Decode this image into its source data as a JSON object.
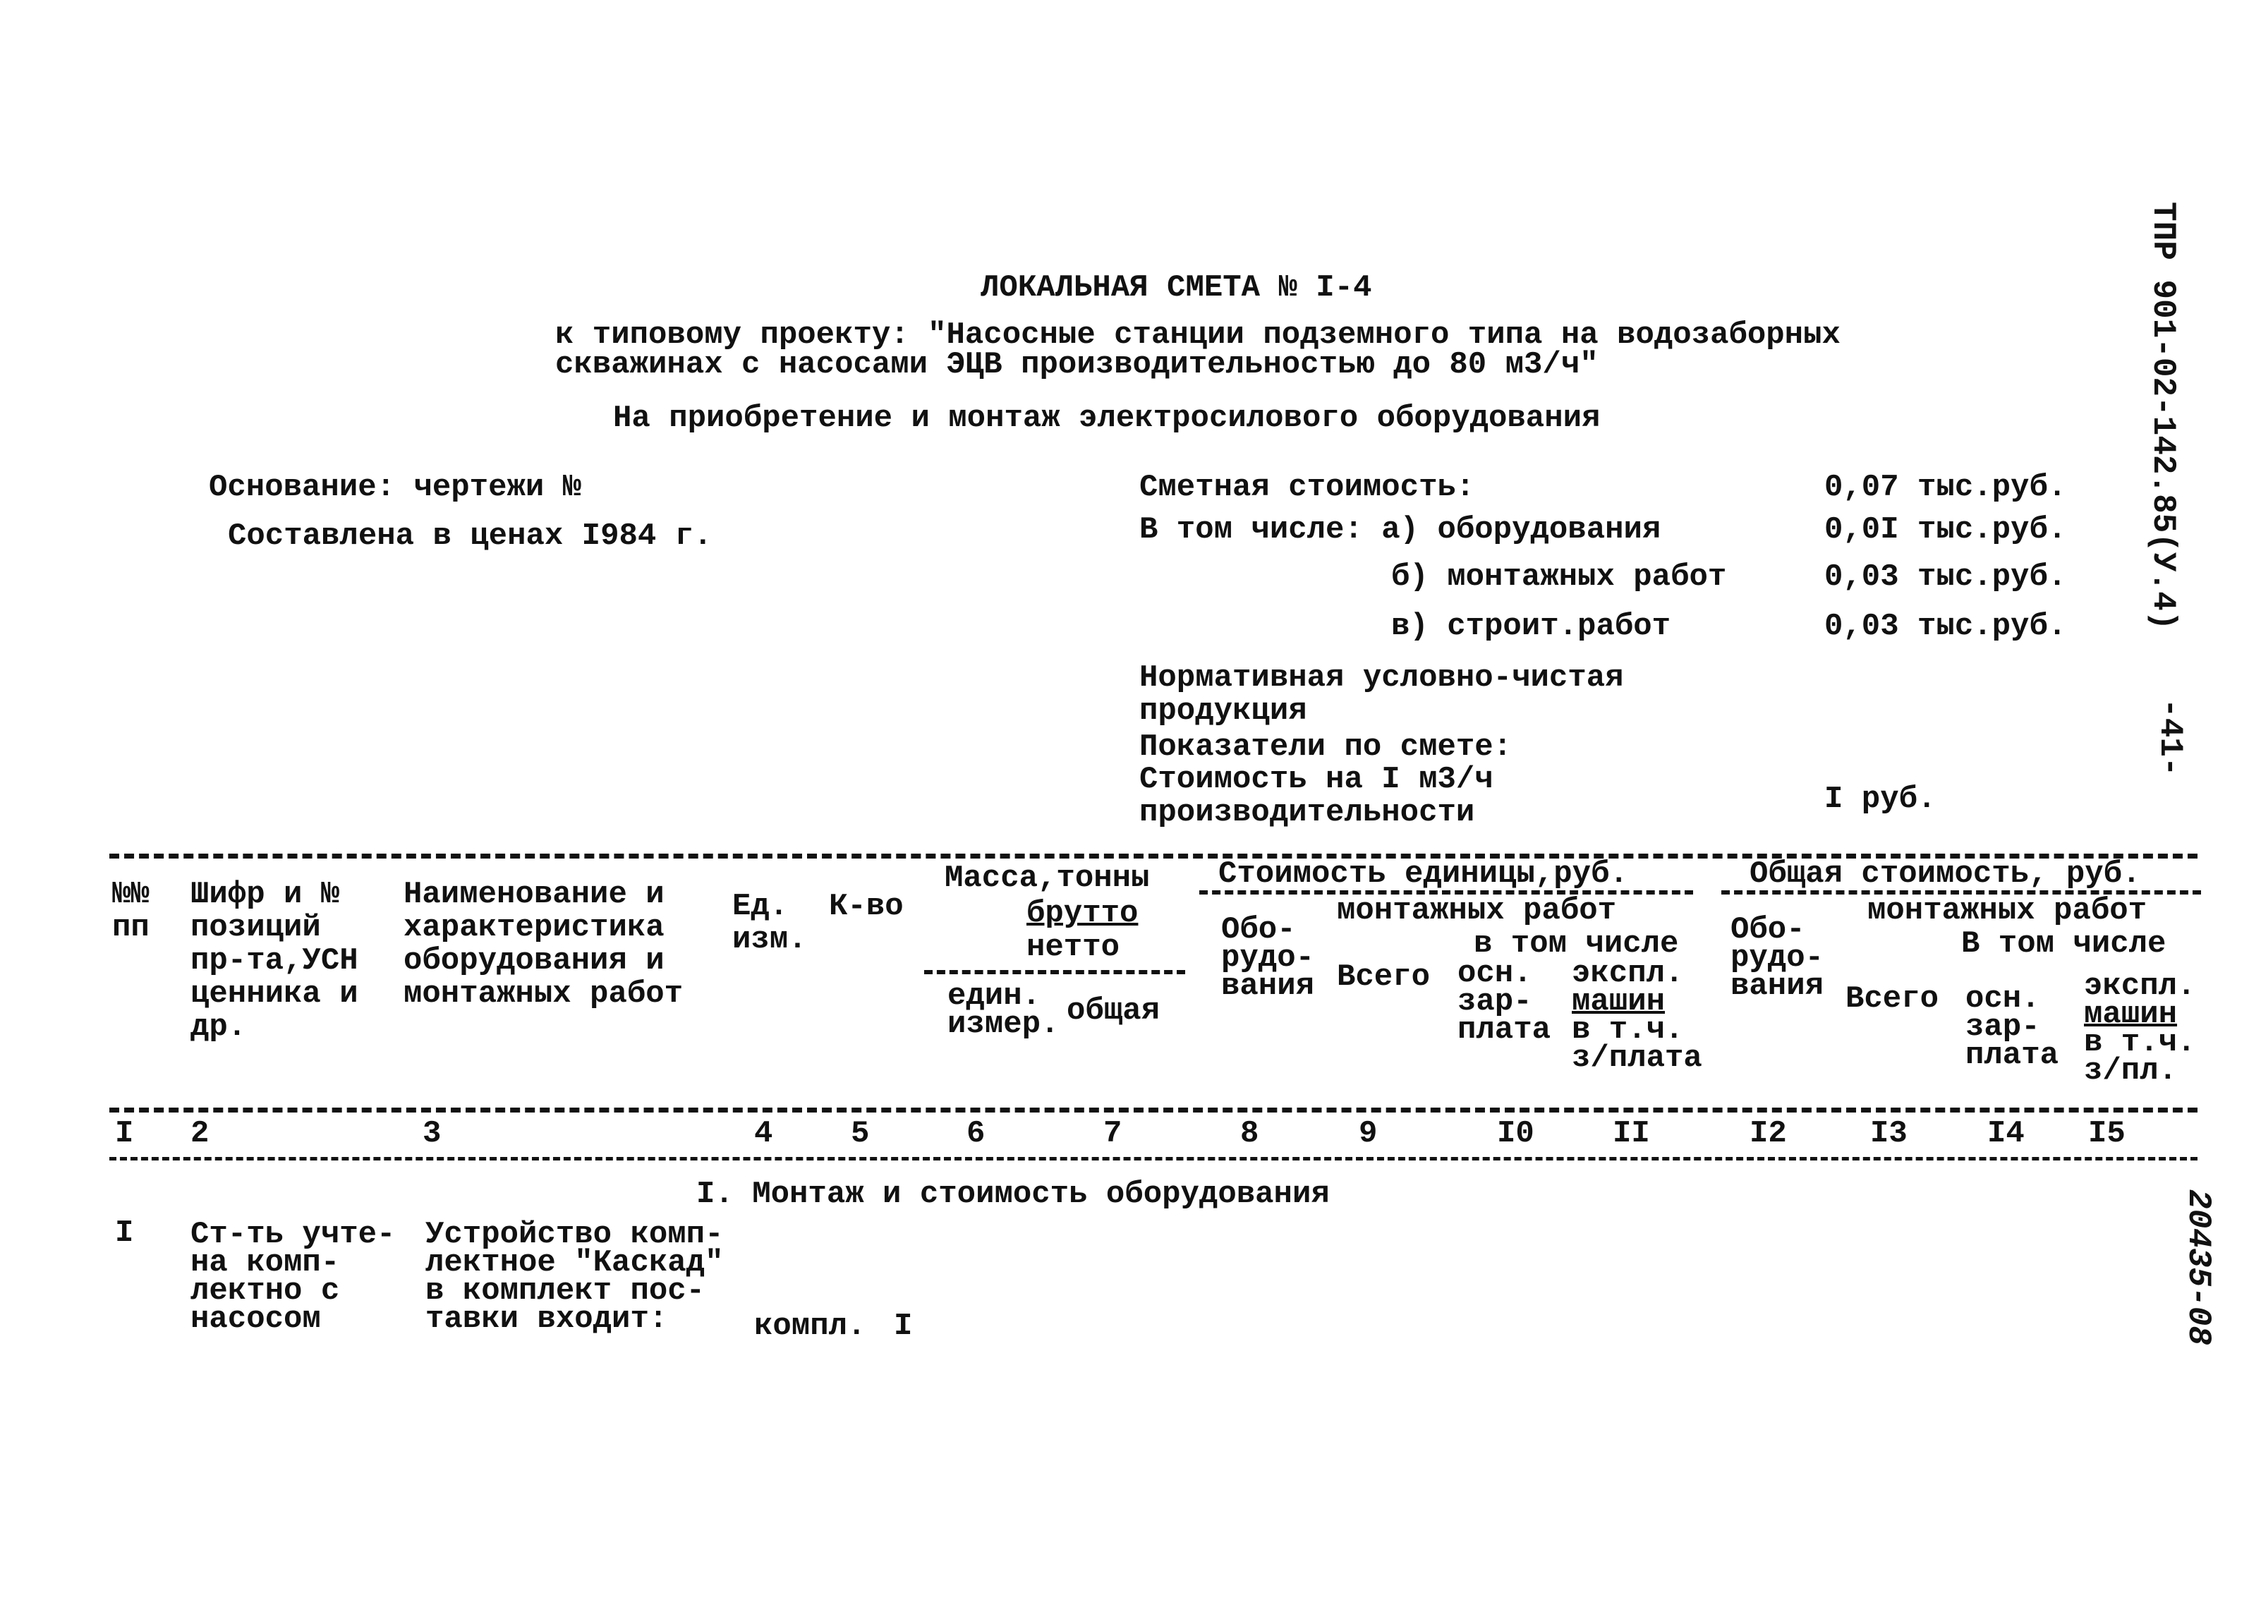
{
  "title": "ЛОКАЛЬНАЯ СМЕТА № I-4",
  "subtitle_line1": "к типовому проекту: \"Насосные станции подземного типа на водозаборных",
  "subtitle_line2": "скважинах с насосами ЭЦВ производительностью до 80 м3/ч\"",
  "purpose": "На приобретение и монтаж электросилового оборудования",
  "basis": "Основание: чертежи №",
  "prices": "Составлена в ценах I984 г.",
  "cost": {
    "label": "Сметная стоимость:",
    "value": "0,07 тыс.руб.",
    "including_label": "В том числе: а) оборудования",
    "equipment_value": "0,0I тыс.руб.",
    "installation_label": "б) монтажных работ",
    "installation_value": "0,03 тыс.руб.",
    "construction_label": "в) строит.работ",
    "construction_value": "0,03 тыс.руб."
  },
  "normative": "Нормативная условно-чистая\nпродукция",
  "indicators": "Показатели по смете:",
  "cost_per_unit_line1": "Стоимость на I м3/ч",
  "cost_per_unit_line2": "производительности",
  "cost_per_unit_value": "I руб.",
  "table": {
    "headers": {
      "col1": "№№\nпп",
      "col2": "Шифр и №\nпозиций\nпр-та,УСН\nценника и\nдр.",
      "col3": "Наименование и\nхарактеристика\nоборудования и\nмонтажных работ",
      "col4": "Ед.\nизм.",
      "col5": "К-во",
      "mass": "Масса,тонны",
      "brutto": "брутто",
      "netto": "нетто",
      "mass_unit": "един.\nизмер.",
      "mass_total": "общая",
      "unit_cost": "Стоимость единицы,руб.",
      "unit_install": "монтажных работ",
      "unit_equipment": "Обо-\nрудо-\nвания",
      "unit_total": "Всего",
      "unit_incl": "в том числе",
      "unit_wage": "осн.\nзар-\nплата",
      "unit_machines_a": "экспл.",
      "unit_machines_b": "машин",
      "unit_machines_c": "в т.ч.\nз/плата",
      "total_cost": "Общая стоимость, руб.",
      "total_install": "монтажных работ",
      "total_equipment": "Обо-\nрудо-\nвания",
      "total_total": "Всего",
      "total_incl": "В том числе",
      "total_wage": "осн.\nзар-\nплата",
      "total_machines_a": "экспл.",
      "total_machines_b": "машин",
      "total_machines_c": "в т.ч.\nз/пл."
    },
    "column_numbers": [
      "I",
      "2",
      "3",
      "4",
      "5",
      "6",
      "7",
      "8",
      "9",
      "I0",
      "II",
      "I2",
      "I3",
      "I4",
      "I5"
    ],
    "section_title": "I. Монтаж и стоимость оборудования",
    "rows": [
      {
        "num": "I",
        "code": "Ст-ть учте-\nна комп-\nлектно с\nнасосом",
        "name": "Устройство комп-\nлектное \"Каскад\"\nв комплект пос-\nтавки входит:",
        "unit": "компл.",
        "qty": "I"
      }
    ]
  },
  "margin": {
    "code": "ТПР 901-02-142.85(У.4)",
    "page": "-41-",
    "inventory": "20435-08"
  }
}
